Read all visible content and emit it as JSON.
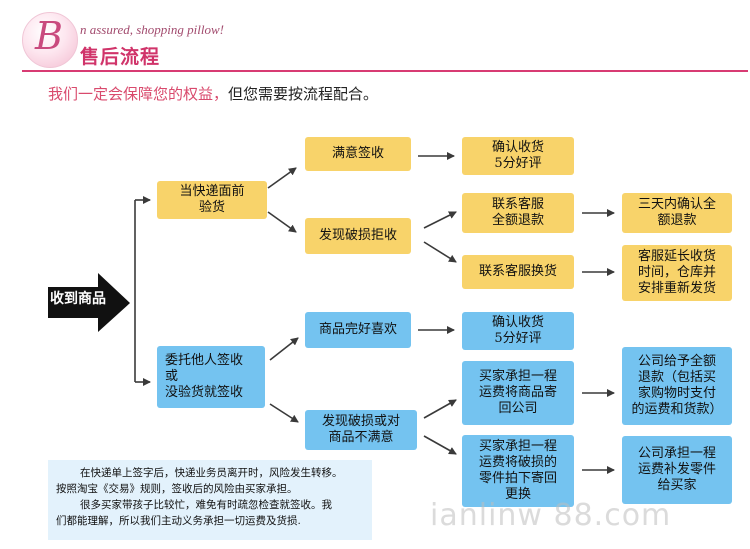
{
  "header": {
    "logo_letter": "B",
    "slogan": "n assured, shopping pillow!",
    "title": "售后流程"
  },
  "subtitle": {
    "highlight": "我们一定会保障您的权益，",
    "rest": "但您需要按流程配合。"
  },
  "flow": {
    "start": "收到商品",
    "inspect": "当快递面前\n验货",
    "delegate": "委托他人签收\n或\n没验货就签收",
    "satisfied_sign": "满意签收",
    "damage_reject": "发现破损拒收",
    "confirm_receipt_1": "确认收货\n5分好评",
    "contact_refund": "联系客服\n全额退款",
    "contact_exchange": "联系客服换货",
    "refund_3days": "三天内确认全\n额退款",
    "cs_extend": "客服延长收货\n时间，仓库并\n安排重新发货",
    "goods_intact": "商品完好喜欢",
    "damage_unsatisfied": "发现破损或对\n商品不满意",
    "confirm_receipt_2": "确认收货\n5分好评",
    "buyer_ship_return": "买家承担一程\n运费将商品寄\n回公司",
    "buyer_ship_parts": "买家承担一程\n运费将破损的\n零件拍下寄回\n更换",
    "company_full_refund": "公司给予全额\n退款（包括买\n家购物时支付\n的运费和货款）",
    "company_ship_parts": "公司承担一程\n运费补发零件\n给买家"
  },
  "note": {
    "line1": "在快递单上签字后，快递业务员离开时，风险发生转移。",
    "line2": "按照淘宝《交易》规则，签收后的风险由买家承担。",
    "line3": "很多买家带孩子比较忙，难免有时疏忽检查就签收。我",
    "line4": "们都能理解，所以我们主动义务承担一切运费及货损."
  },
  "watermark": "ianlinw    88.com",
  "colors": {
    "yellow": "#f8d36a",
    "blue": "#74c3f0",
    "accent": "#d83b73"
  }
}
